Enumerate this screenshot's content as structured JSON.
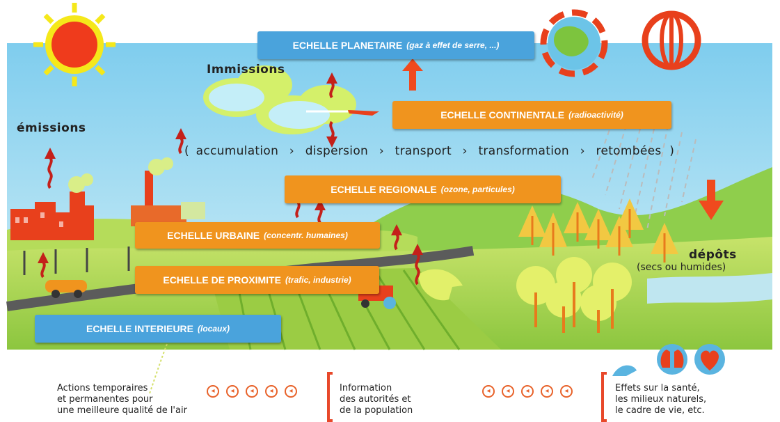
{
  "labels": {
    "emissions": "émissions",
    "immissions": "Immissions",
    "depots": "dépôts",
    "depots_sub": "(secs ou humides)"
  },
  "chain": {
    "open": "(",
    "close": ")",
    "separator": "›",
    "steps": [
      "accumulation",
      "dispersion",
      "transport",
      "transformation",
      "retombées"
    ]
  },
  "scales": [
    {
      "title": "ECHELLE PLANETAIRE",
      "note": "(gaz à effet de serre, ...)",
      "color": "#4aa3dc"
    },
    {
      "title": "ECHELLE CONTINENTALE",
      "note": "(radioactivité)",
      "color": "#f0941e"
    },
    {
      "title": "ECHELLE REGIONALE",
      "note": "(ozone, particules)",
      "color": "#f0941e"
    },
    {
      "title": "ECHELLE URBAINE",
      "note": "(concentr. humaines)",
      "color": "#f0941e"
    },
    {
      "title": "ECHELLE DE PROXIMITE",
      "note": "(trafic, industrie)",
      "color": "#f0941e"
    },
    {
      "title": "ECHELLE INTERIEURE",
      "note": "(locaux)",
      "color": "#4aa3dc"
    }
  ],
  "footer": {
    "actions": [
      "Actions temporaires",
      "et permanentes pour",
      "une meilleure qualité de l'air"
    ],
    "information": [
      "Information",
      "des autorités et",
      "de la population"
    ],
    "effects": [
      "Effets sur la santé,",
      "les milieux naturels,",
      "le cadre de vie, etc."
    ]
  },
  "icons": {
    "sun": "sun-icon",
    "globe": "globe-icon",
    "globe_outline": "globe-outline-icon",
    "lungs": "lungs-icon",
    "heart": "heart-icon",
    "arrow_circle": "arrow-left-circle-icon"
  },
  "colors": {
    "sky": "#8fd3ee",
    "grass": "#a9d44a",
    "hill": "#6cbf3a",
    "arrow_red": "#e0261c",
    "box_blue": "#4aa3dc",
    "box_orange": "#f0941e",
    "accent_orange": "#e8622a"
  }
}
